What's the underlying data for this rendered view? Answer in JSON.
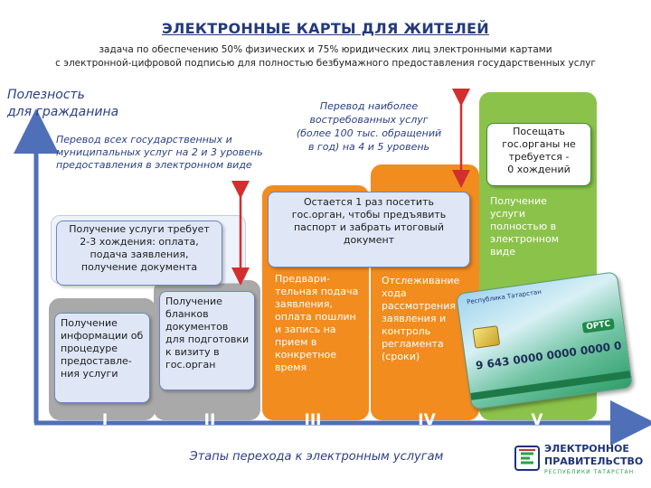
{
  "header": {
    "title": "ЭЛЕКТРОННЫЕ КАРТЫ ДЛЯ ЖИТЕЛЕЙ",
    "subtitle_line1": "задача по обеспечению 50% физических и 75% юридических лиц электронными картами",
    "subtitle_line2": "с электронной-цифровой подписью для полностью безбумажного предоставления государственных услуг"
  },
  "axis": {
    "y_label_line1": "Полезность",
    "y_label_line2": "для гражданина",
    "x_label": "Этапы перехода к электронным услугам"
  },
  "notes": {
    "left_line1": "Перевод всех государственных и",
    "left_line2": "муниципальных услуг на 2 и 3 уровень",
    "left_line3": "предоставления в электронном виде",
    "right_line1": "Перевод наиболее",
    "right_line2": "востребованных услуг",
    "right_line3": "(более 100 тыс. обращений",
    "right_line4": "в год) на 4 и 5 уровень"
  },
  "stages": {
    "s1": {
      "roman": "I",
      "text": [
        "Получение",
        "информации об",
        "процедуре",
        "предоставле-",
        "ния услуги"
      ]
    },
    "s2": {
      "roman": "II",
      "text": [
        "Получение",
        "бланков",
        "документов",
        "для подготовки",
        "к визиту в",
        "гос.орган"
      ]
    },
    "s3": {
      "roman": "III",
      "text": [
        "Предвари-",
        "тельная подача",
        "заявления,",
        "оплата пошлин",
        "и запись на",
        "прием в",
        "конкретное",
        "время"
      ]
    },
    "s4": {
      "roman": "IV",
      "text": [
        "Отслеживание",
        "хода",
        "рассмотрения",
        "заявления и",
        "контроль",
        "регламента",
        "(сроки)"
      ]
    },
    "s5": {
      "roman": "V",
      "text": [
        "Получение",
        "услуги",
        "полностью в",
        "электронном",
        "виде"
      ]
    }
  },
  "callouts": {
    "c1": [
      "Получение услуги требует",
      "2-3 хождения: оплата,",
      "подача заявления,",
      "получение документа"
    ],
    "c2": [
      "Остается 1 раз посетить",
      "гос.орган, чтобы предъявить",
      "паспорт и забрать итоговый",
      "документ"
    ],
    "c3": [
      "Посещать",
      "гос.органы не",
      "требуется -",
      "0 хождений"
    ]
  },
  "card": {
    "header_text": "Республика Татарстан",
    "number": "9 643 0000 0000 0000 0",
    "brand": "ОРТС"
  },
  "logo": {
    "line1": "ЭЛЕКТРОННОЕ",
    "line2": "ПРАВИТЕЛЬСТВО",
    "line3": "РЕСПУБЛИКИ ТАТАРСТАН"
  },
  "colors": {
    "accent_blue": "#243a7a",
    "green": "#7cb342",
    "orange": "#f28c1f",
    "gray": "#a9a9a9",
    "arrow_red": "#d32f2f",
    "axis_blue": "#4f6fb8"
  }
}
